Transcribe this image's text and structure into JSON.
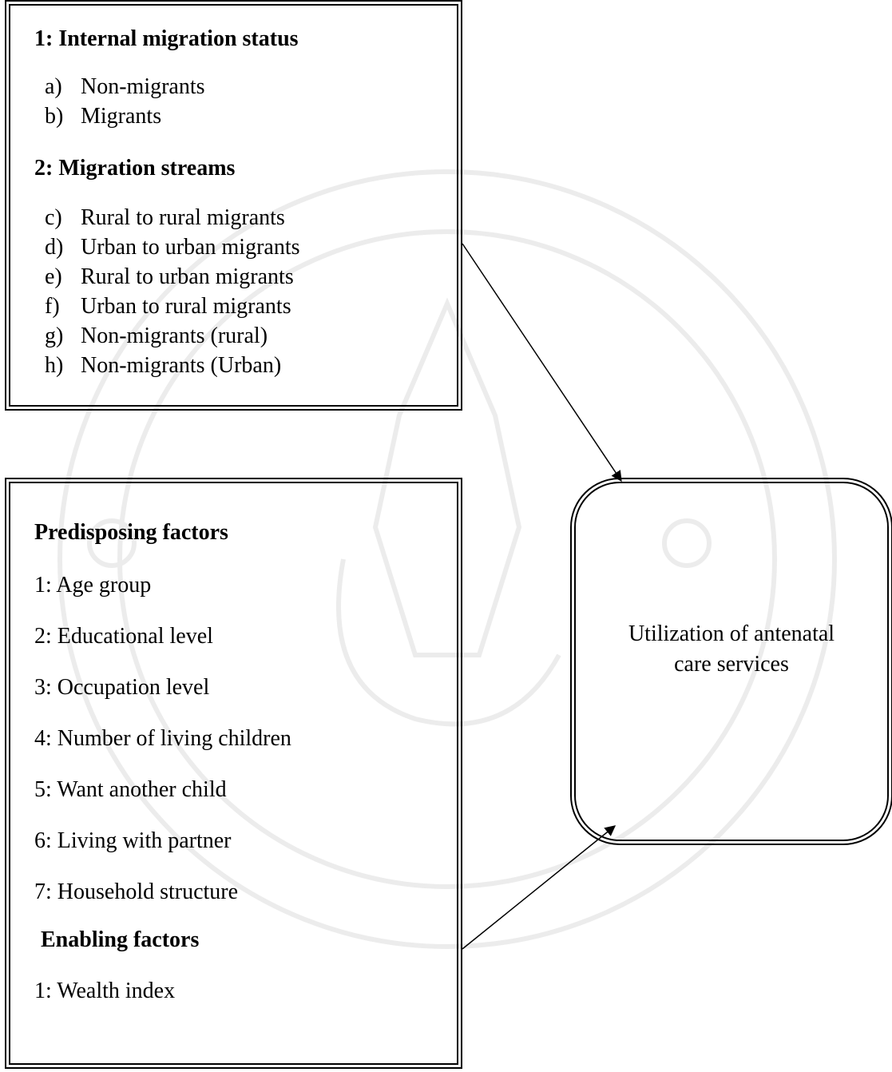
{
  "migration_box": {
    "heading1": "1: Internal migration status",
    "status_items": [
      {
        "letter": "a)",
        "text": "Non-migrants"
      },
      {
        "letter": "b)",
        "text": "Migrants"
      }
    ],
    "heading2": "2:  Migration streams",
    "stream_items": [
      {
        "letter": "c)",
        "text": "Rural to rural migrants"
      },
      {
        "letter": "d)",
        "text": "Urban to urban migrants"
      },
      {
        "letter": "e)",
        "text": "Rural to urban migrants"
      },
      {
        "letter": "f)",
        "text": "Urban to rural migrants"
      },
      {
        "letter": "g)",
        "text": "Non-migrants (rural)"
      },
      {
        "letter": "h)",
        "text": "Non-migrants (Urban)"
      }
    ]
  },
  "factors_box": {
    "predisposing_heading": "Predisposing factors",
    "predisposing_items": [
      "1: Age group",
      "2:  Educational level",
      "3:  Occupation level",
      "4: Number of living children",
      "5: Want another child",
      "6: Living with partner",
      "7: Household structure"
    ],
    "enabling_heading": "Enabling factors",
    "enabling_items": [
      "1: Wealth index"
    ]
  },
  "outcome_box": {
    "line1": "Utilization of antenatal",
    "line2": "care services"
  },
  "colors": {
    "stroke": "#000000",
    "background": "#ffffff",
    "watermark": "#e6e6e6"
  }
}
